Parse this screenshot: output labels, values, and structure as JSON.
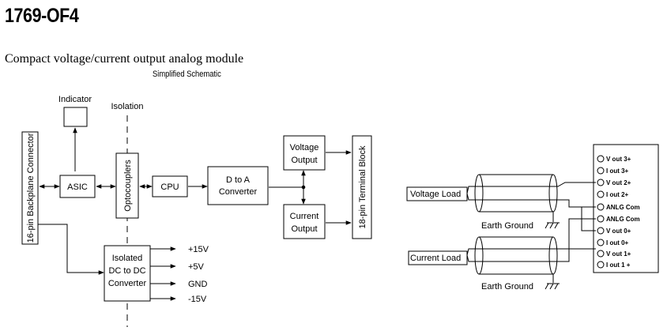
{
  "title": "1769-OF4",
  "subtitle": "Compact voltage/current output analog module",
  "caption": "Simplified Schematic",
  "block_diagram": {
    "indicator": "Indicator",
    "isolation": "Isolation",
    "backplane": "16-pin Backplane Connector",
    "asic": "ASIC",
    "optocouplers": "Optocouplers",
    "cpu": "CPU",
    "dtoa_line1": "D to A",
    "dtoa_line2": "Converter",
    "voltage_line1": "Voltage",
    "voltage_line2": "Output",
    "current_line1": "Current",
    "current_line2": "Output",
    "terminal_block": "18-pin Terminal Block",
    "dcdc_line1": "Isolated",
    "dcdc_line2": "DC to DC",
    "dcdc_line3": "Converter",
    "rails": [
      "+15V",
      "+5V",
      "GND",
      "-15V"
    ]
  },
  "wiring": {
    "voltage_load": "Voltage Load",
    "current_load": "Current Load",
    "earth_ground_1": "Earth Ground",
    "earth_ground_2": "Earth Ground",
    "terminals": [
      "V out 3+",
      "I out 3+",
      "V out 2+",
      "I out 2+",
      "ANLG Com",
      "ANLG Com",
      "V out 0+",
      "I out 0+",
      "V out 1+",
      "I out 1 +"
    ]
  }
}
